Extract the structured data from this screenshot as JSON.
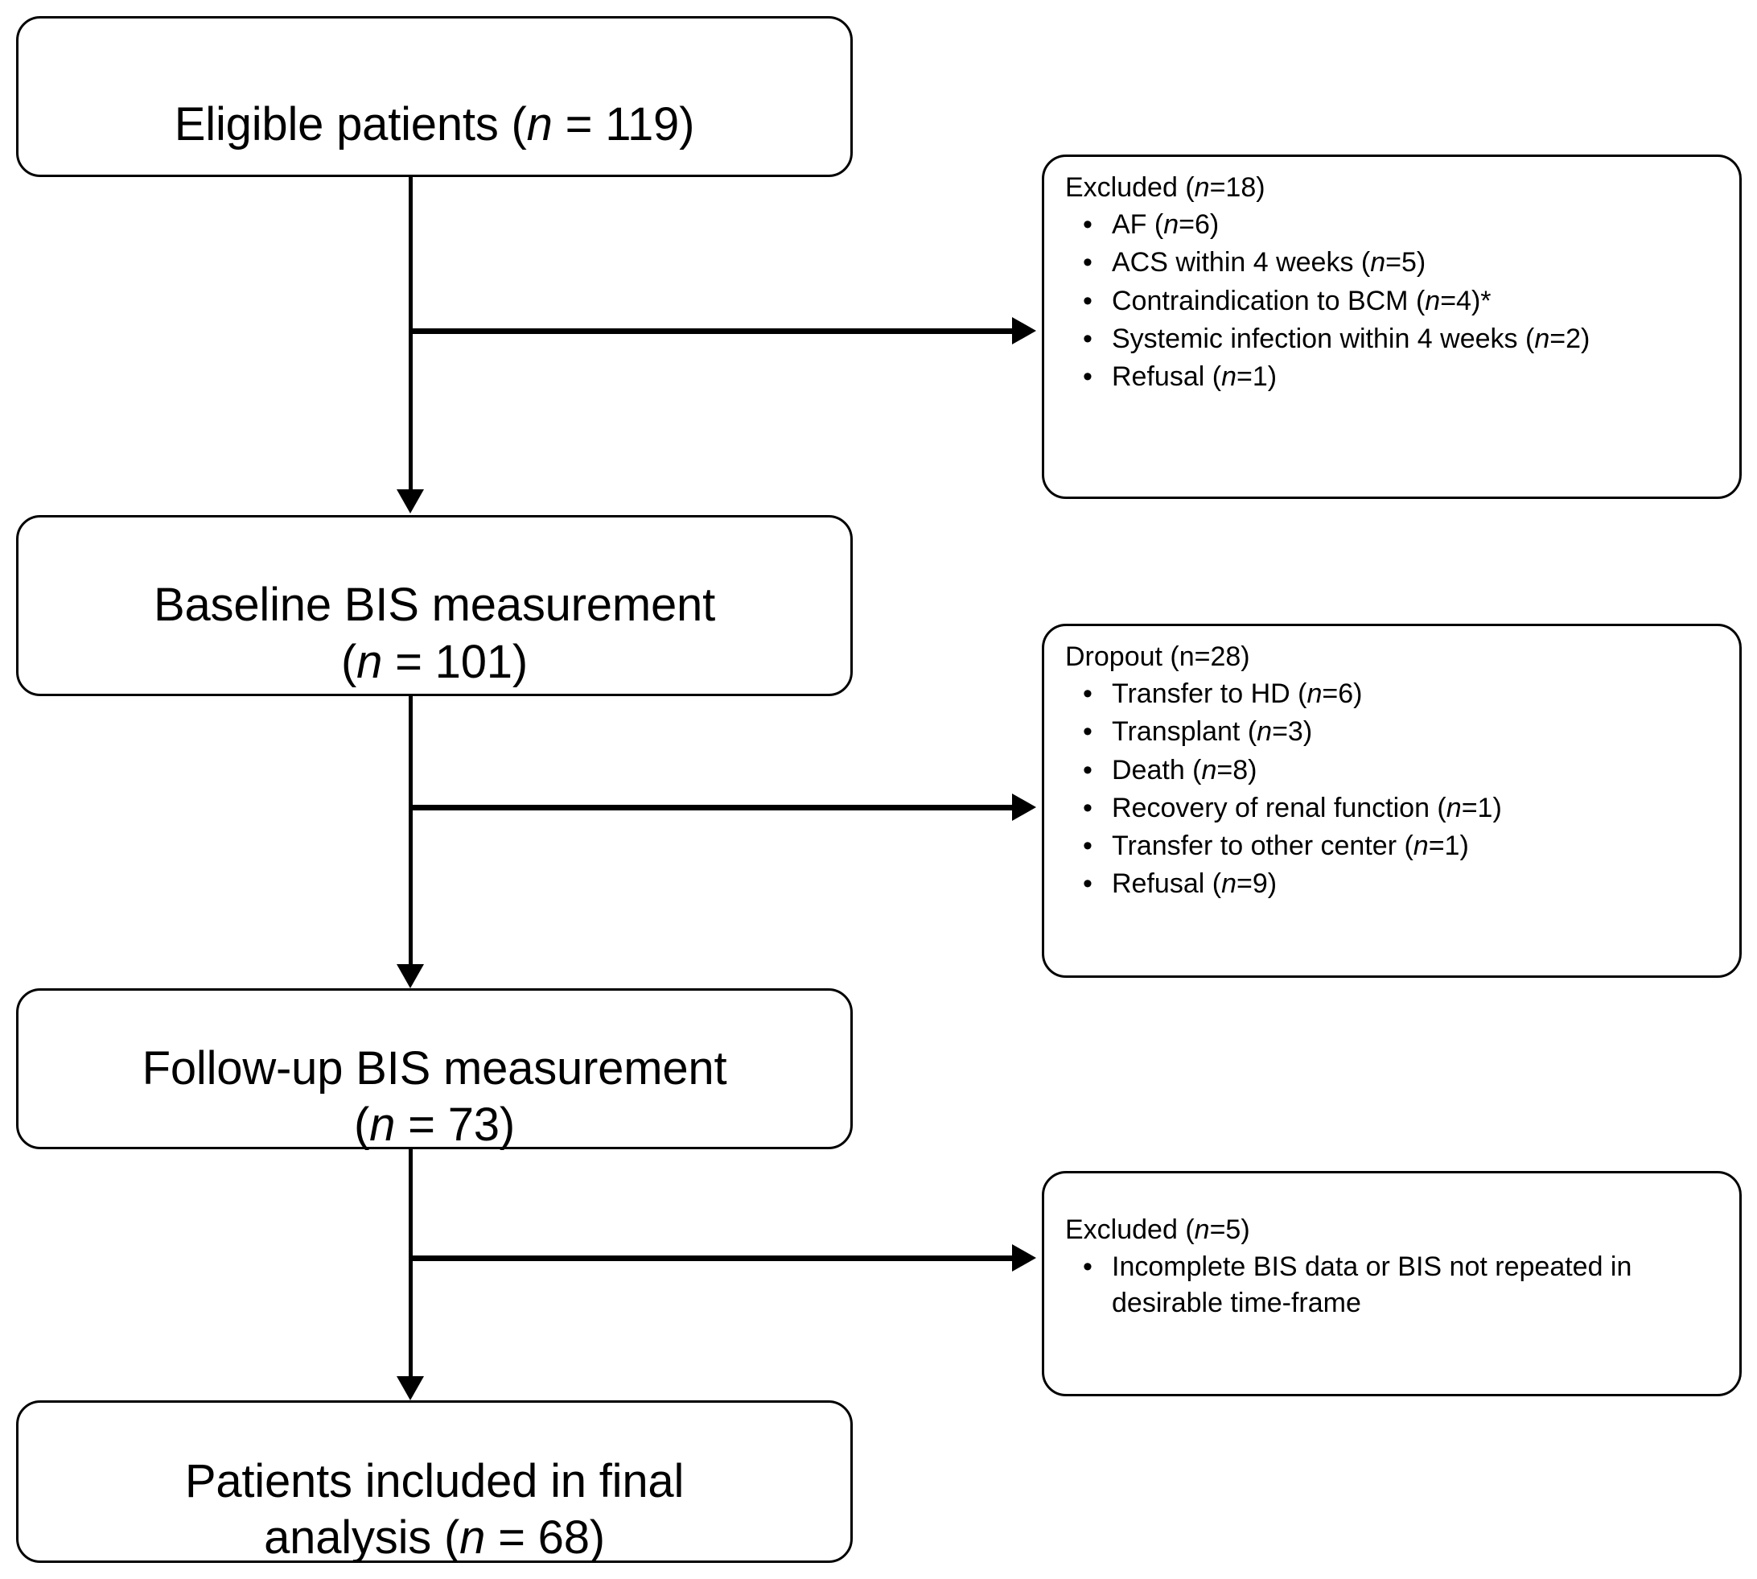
{
  "figure": {
    "type": "flowchart",
    "description": "Study participant flow diagram (CONSORT-style)"
  },
  "flow_nodes": [
    {
      "id": "eligible",
      "label": "Eligible patients (n = 119)",
      "line1": "Eligible patients (",
      "italic": "n",
      "line1b": " = 119)",
      "n": 119
    },
    {
      "id": "baseline",
      "label": "Baseline BIS measurement (n = 101)",
      "line1": "Baseline BIS measurement",
      "italic": "n",
      "line1b": " = 101)",
      "n": 101
    },
    {
      "id": "followup",
      "label": "Follow-up BIS measurement (n = 73)",
      "line1": "Follow-up BIS measurement",
      "italic": "n",
      "line1b": " = 73)",
      "n": 73
    },
    {
      "id": "final",
      "label": "Patients included in final analysis (n = 68)",
      "line1": "Patients included in final",
      "line2pre": "analysis (",
      "italic": "n",
      "line2post": " = 68)",
      "n": 68
    }
  ],
  "side_nodes": [
    {
      "id": "excluded-1",
      "heading_pre": "Excluded (",
      "heading_italic": "n",
      "heading_post": "=18)",
      "heading": "Excluded (n=18)",
      "n": 18,
      "items": [
        {
          "pre": "AF (",
          "italic": "n",
          "post": "=6)",
          "text": "AF (n=6)",
          "n": 6
        },
        {
          "pre": "ACS within 4 weeks (",
          "italic": "n",
          "post": "=5)",
          "text": "ACS within 4 weeks (n=5)",
          "n": 5
        },
        {
          "pre": "Contraindication to BCM (",
          "italic": "n",
          "post": "=4)*",
          "text": "Contraindication to BCM (n=4)*",
          "n": 4
        },
        {
          "pre": "Systemic infection within 4 weeks (",
          "italic": "n",
          "post": "=2)",
          "text": "Systemic infection within 4 weeks (n=2)",
          "n": 2
        },
        {
          "pre": "Refusal (",
          "italic": "n",
          "post": "=1)",
          "text": "Refusal (n=1)",
          "n": 1
        }
      ]
    },
    {
      "id": "dropout",
      "heading_pre": "Dropout (n=28)",
      "heading_italic": "",
      "heading_post": "",
      "heading": "Dropout (n=28)",
      "n": 28,
      "items": [
        {
          "pre": "Transfer to HD (",
          "italic": "n",
          "post": "=6)",
          "text": "Transfer to HD (n=6)",
          "n": 6
        },
        {
          "pre": "Transplant (",
          "italic": "n",
          "post": "=3)",
          "text": "Transplant (n=3)",
          "n": 3
        },
        {
          "pre": "Death (",
          "italic": "n",
          "post": "=8)",
          "text": "Death (n=8)",
          "n": 8
        },
        {
          "pre": "Recovery of renal function (",
          "italic": "n",
          "post": "=1)",
          "text": "Recovery of renal function (n=1)",
          "n": 1
        },
        {
          "pre": "Transfer to other center (",
          "italic": "n",
          "post": "=1)",
          "text": "Transfer to other center (n=1)",
          "n": 1
        },
        {
          "pre": "Refusal  (",
          "italic": "n",
          "post": "=9)",
          "text": "Refusal  (n=9)",
          "n": 9
        }
      ]
    },
    {
      "id": "excluded-2",
      "heading_pre": "Excluded (",
      "heading_italic": "n",
      "heading_post": "=5)",
      "heading": "Excluded (n=5)",
      "n": 5,
      "items": [
        {
          "pre": "Incomplete BIS data or BIS not repeated in desirable time-frame",
          "italic": "",
          "post": "",
          "text": "Incomplete BIS data or BIS not repeated in desirable time-frame",
          "n": null
        }
      ]
    }
  ],
  "glyphs": {
    "bullet": "•"
  },
  "colors": {
    "stroke": "#000000",
    "fill": "#ffffff",
    "text": "#000000"
  }
}
